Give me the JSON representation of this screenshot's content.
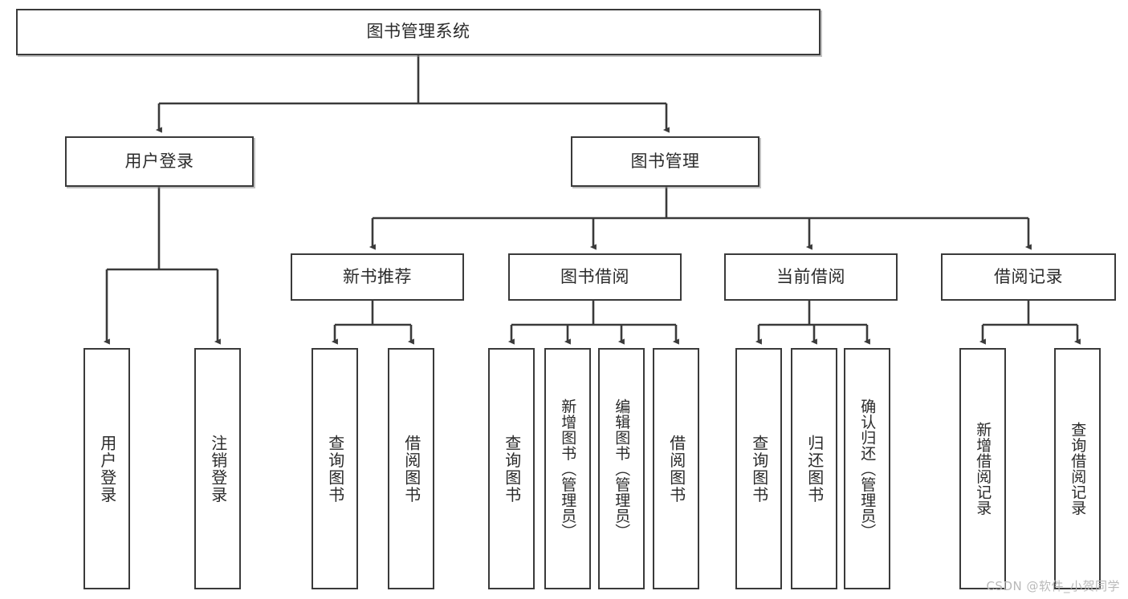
{
  "diagram": {
    "type": "tree-hierarchy-chart",
    "title": "图书管理系统",
    "orientation": "top-down",
    "colors": {
      "box_stroke": "#3a3a3a",
      "box_fill": "#ffffff",
      "connector": "#3a3a3a",
      "text": "#2b2b2b",
      "watermark": "#b9b9b9"
    },
    "root": {
      "label": "图书管理系统"
    },
    "level2": [
      {
        "label": "用户登录"
      },
      {
        "label": "图书管理"
      }
    ],
    "level3": [
      {
        "label": "新书推荐"
      },
      {
        "label": "图书借阅"
      },
      {
        "label": "当前借阅"
      },
      {
        "label": "借阅记录"
      }
    ],
    "leaves": {
      "user_login": [
        {
          "label": "用户登录"
        },
        {
          "label": "注销登录"
        }
      ],
      "new_book_recommend": [
        {
          "label": "查询图书"
        },
        {
          "label": "借阅图书"
        }
      ],
      "book_borrow": [
        {
          "label": "查询图书"
        },
        {
          "label": "新增图书（管理员）"
        },
        {
          "label": "编辑图书（管理员）"
        },
        {
          "label": "借阅图书"
        }
      ],
      "current_borrow": [
        {
          "label": "查询图书"
        },
        {
          "label": "归还图书"
        },
        {
          "label": "确认归还（管理员）"
        }
      ],
      "borrow_record": [
        {
          "label": "新增借阅记录"
        },
        {
          "label": "查询借阅记录"
        }
      ]
    }
  },
  "watermark": {
    "text": "CSDN @软件_小贺同学"
  }
}
